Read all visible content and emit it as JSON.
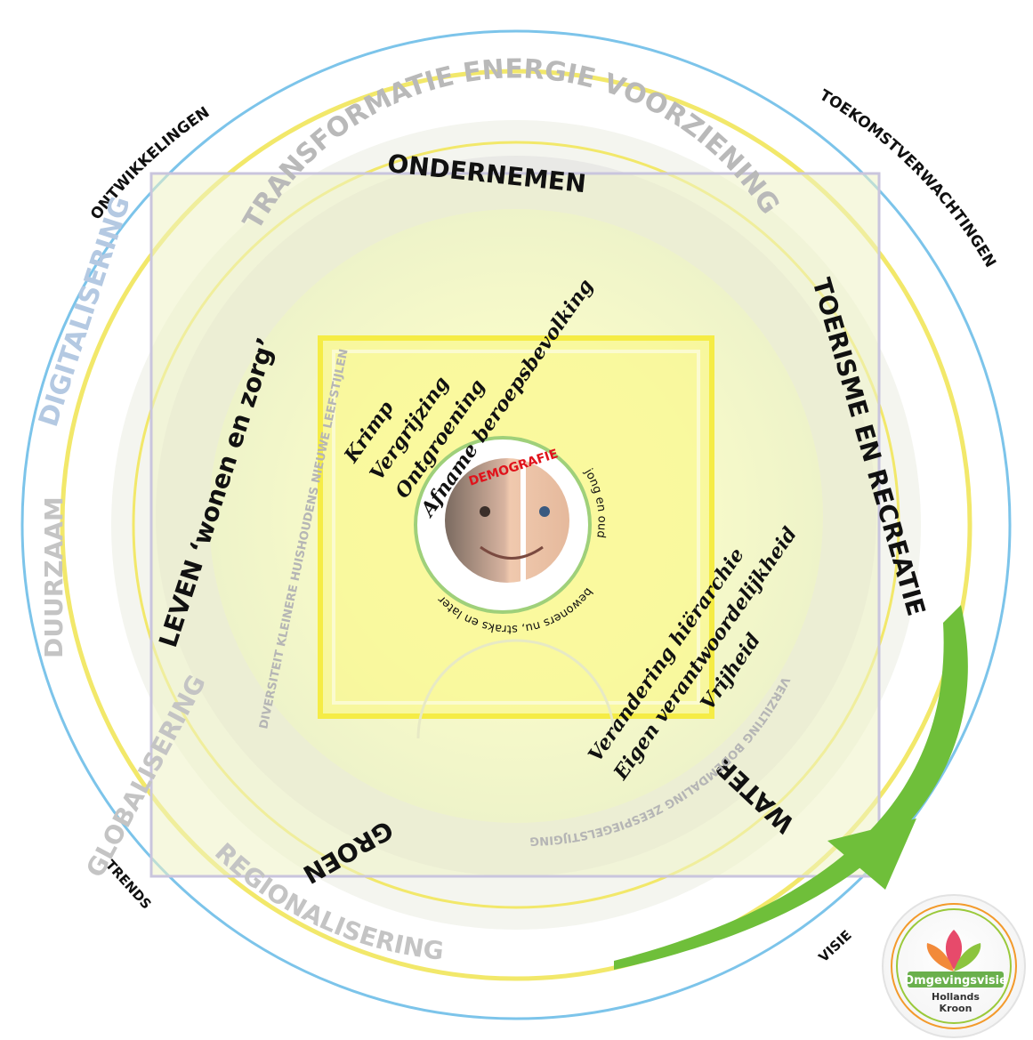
{
  "outer_ring": {
    "left_top": "ONTWIKKELINGEN",
    "right_top": "TOEKOMSTVERWACHTINGEN",
    "left_bottom": "TRENDS",
    "right_bottom": "VISIE"
  },
  "trends": {
    "top": "TRANSFORMATIE ENERGIE VOORZIENING",
    "left_upper": "DIGITALISERING",
    "left_mid": "DUURZAAM",
    "left_lower": "GLOBALISERING",
    "bottom": "REGIONALISERING"
  },
  "themes": {
    "top": "ONDERNEMEN",
    "right": "TOERISME EN RECREATIE",
    "bottom_right": "WATER",
    "bottom_left": "GROEN",
    "left": "LEVEN ‘wonen en zorg’"
  },
  "subthemes": {
    "left": "DIVERSITEIT   KLEINERE HUISHOUDENS   NIEUWE LEEFSTIJLEN",
    "bottom_right": "VERZILTING   BODEMDALING   ZEESPIEGELSTIJGING"
  },
  "demografie": {
    "title": "DEMOGRAFIE",
    "ring_right": "jong en oud",
    "ring_bottom": "bewoners nu, straks en later"
  },
  "upper_list": [
    "Krimp",
    "Vergrijzing",
    "Ontgroening",
    "Afname beroepsbevolking"
  ],
  "lower_list": [
    "Verandering hiërarchie",
    "Eigen verantwoordelijkheid",
    "Vrijheid"
  ],
  "logo": {
    "name": "Omgevingsvisie",
    "org_line1": "Hollands",
    "org_line2": "Kroon"
  },
  "colors": {
    "outer_ring": "#7cc4ea",
    "yellow_ring": "#f2e86a",
    "arrow": "#6fbf3a",
    "demografie_red": "#e0131b"
  }
}
